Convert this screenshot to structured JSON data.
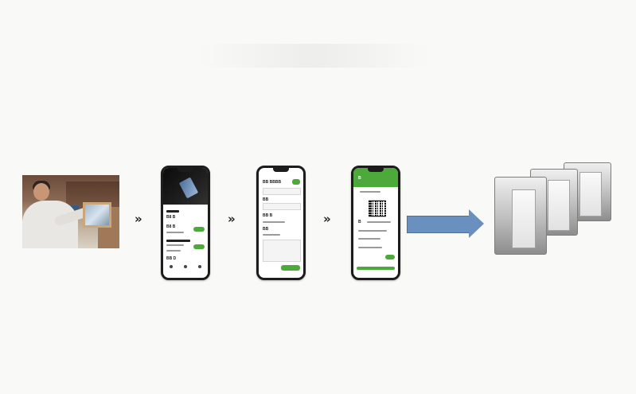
{
  "diagram": {
    "steps": [
      {
        "kind": "photo",
        "icon": "person-with-tablet-photo"
      },
      {
        "kind": "connector",
        "symbol": "»"
      },
      {
        "kind": "phone",
        "screen": "intro"
      },
      {
        "kind": "connector",
        "symbol": "»"
      },
      {
        "kind": "phone",
        "screen": "form"
      },
      {
        "kind": "connector",
        "symbol": "»"
      },
      {
        "kind": "phone",
        "screen": "qr-ticket"
      },
      {
        "kind": "arrow",
        "icon": "right-arrow-icon"
      },
      {
        "kind": "turnstile",
        "icon": "turnstile-gates-icon"
      }
    ],
    "connector_symbol": "»",
    "phone_1": {
      "label_a": "B8 B",
      "label_b": "B8 B",
      "label_c": "BB  D"
    },
    "phone_2": {
      "header": "BB BBBB",
      "label_a": "BB",
      "label_b": "BB B",
      "label_c": "BB"
    },
    "phone_3": {
      "header": "B",
      "label_a": "B"
    },
    "colors": {
      "accent_green": "#4caa3a",
      "arrow_blue": "#6a90bf",
      "phone_frame": "#1c1c1c"
    }
  }
}
